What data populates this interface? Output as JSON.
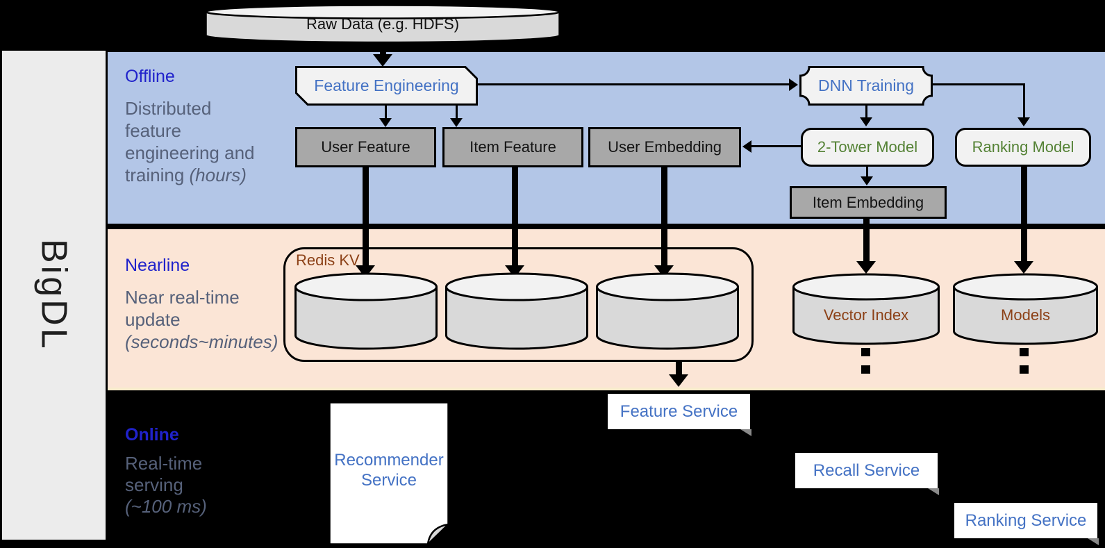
{
  "theme": {
    "canvas-bg": "#000000",
    "sidebar-bg": "#ECECEC",
    "offline-band": "#B3C6E7",
    "nearline-band": "#FBE5D6",
    "nearline-edge": "#F8ECCD",
    "node-light": "#F2F2F2",
    "node-dark": "#A8A8A8",
    "cyl-body": "#D9D9D9",
    "cyl-top": "#F2F2F2",
    "accent-blue": "#4472C4",
    "accent-green": "#548235",
    "accent-brown": "#8C4117",
    "heading-blue": "#2022CB",
    "subtitle-gray": "#56617A",
    "service-bg": "#FFFFFF"
  },
  "sidebar": {
    "brand": "BigDL"
  },
  "source": {
    "label": "Raw Data (e.g. HDFS)"
  },
  "offline": {
    "title": "Offline",
    "subtitle": "Distributed\nfeature\nengineering and\ntraining ",
    "subtitle_italic": "(hours)",
    "nodes": {
      "feature_engineering": "Feature Engineering",
      "user_feature": "User Feature",
      "item_feature": "Item Feature",
      "user_embedding": "User Embedding",
      "dnn_training": "DNN Training",
      "two_tower_model": "2-Tower Model",
      "ranking_model": "Ranking Model",
      "item_embedding": "Item Embedding"
    }
  },
  "nearline": {
    "title": "Nearline",
    "subtitle": "Near real-time\nupdate\n",
    "subtitle_italic": "(seconds~minutes)",
    "redis_group": "Redis KV",
    "vector_index": "Vector Index",
    "models": "Models"
  },
  "online": {
    "title": "Online",
    "subtitle": "Real-time\nserving\n",
    "subtitle_italic": "(~100 ms)",
    "recommender_service": "Recommender\nService",
    "feature_service": "Feature Service",
    "recall_service": "Recall Service",
    "ranking_service": "Ranking Service"
  }
}
